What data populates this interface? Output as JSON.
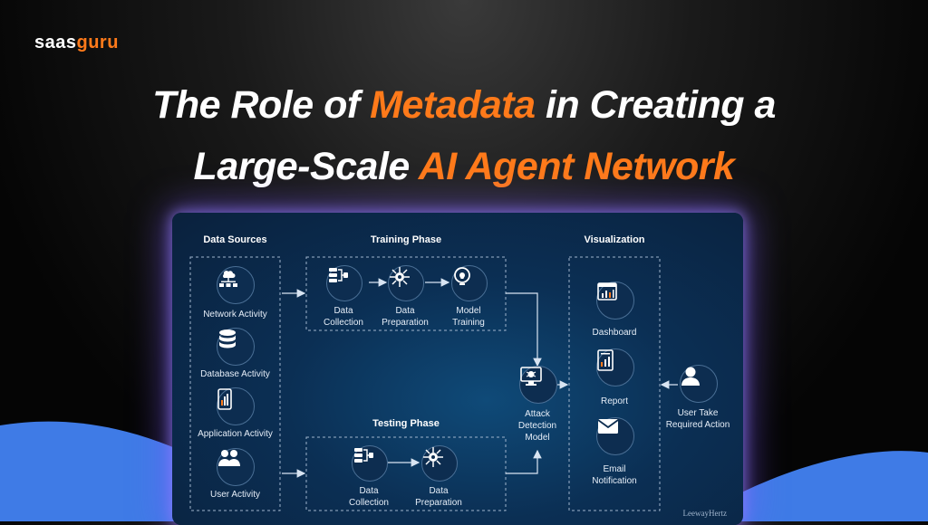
{
  "brand": {
    "name_part1": "saas",
    "name_part2": "guru"
  },
  "headline": {
    "line1_a": "The Role of ",
    "line1_highlight": "Metadata",
    "line1_b": " in Creating a",
    "line2_a": "Large-Scale ",
    "line2_highlight": "AI Agent Network"
  },
  "colors": {
    "accent": "#ff7a1a",
    "wave": "#3f7be6",
    "panel": "#0b2f54"
  },
  "diagram": {
    "sections": {
      "data_sources": "Data Sources",
      "training": "Training Phase",
      "testing": "Testing Phase",
      "visualization": "Visualization"
    },
    "data_sources": [
      {
        "label": "Network Activity",
        "icon": "network-icon"
      },
      {
        "label": "Database Activity",
        "icon": "database-icon"
      },
      {
        "label": "Application Activity",
        "icon": "mobile-app-icon"
      },
      {
        "label": "User Activity",
        "icon": "users-icon"
      }
    ],
    "training": [
      {
        "label": "Data Collection",
        "line1": "Data",
        "line2": "Collection",
        "icon": "data-collection-icon"
      },
      {
        "label": "Data Preparation",
        "line1": "Data",
        "line2": "Preparation",
        "icon": "data-preparation-icon"
      },
      {
        "label": "Model Training",
        "line1": "Model",
        "line2": "Training",
        "icon": "lightbulb-icon"
      }
    ],
    "testing": [
      {
        "line1": "Data",
        "line2": "Collection",
        "icon": "data-collection-icon"
      },
      {
        "line1": "Data",
        "line2": "Preparation",
        "icon": "data-preparation-icon"
      }
    ],
    "model": {
      "line1": "Attack",
      "line2": "Detection",
      "line3": "Model",
      "icon": "monitor-bug-icon"
    },
    "visualization": [
      {
        "line1": "Dashboard",
        "line2": "",
        "icon": "dashboard-icon"
      },
      {
        "line1": "Report",
        "line2": "",
        "icon": "report-icon"
      },
      {
        "line1": "Email",
        "line2": "Notification",
        "icon": "email-icon"
      }
    ],
    "user_action": {
      "line1": "User Take",
      "line2": "Required Action",
      "icon": "user-icon"
    },
    "watermark": "LeewayHertz"
  }
}
